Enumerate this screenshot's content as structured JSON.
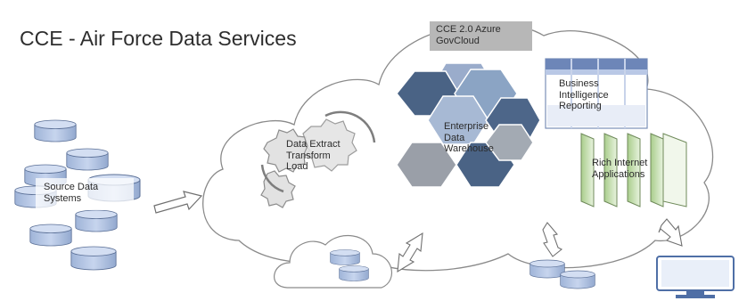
{
  "title": "CCE - Air Force Data Services",
  "cloud_label": {
    "line1": "CCE 2.0 Azure",
    "line2": "GovCloud"
  },
  "etl": {
    "line1": "Data Extract",
    "line2": "Transform",
    "line3": "Load",
    "icon": "gears-icon"
  },
  "warehouse": {
    "line1": "Enterprise",
    "line2": "Data",
    "line3": "Warehouse",
    "icon": "hexagon-cluster-icon"
  },
  "bi": {
    "line1": "Business",
    "line2": "Intelligence",
    "line3": "Reporting",
    "icon": "window-icon"
  },
  "ria": {
    "line1": "Rich Internet",
    "line2": "Applications",
    "icon": "stacked-pages-icon"
  },
  "sources": {
    "line1": "Source Data",
    "line2": "Systems",
    "icon": "database-icon"
  },
  "clients": [
    "small-cloud-database-icon",
    "database-pair-icon",
    "monitor-icon"
  ],
  "colors": {
    "hex_dark": "#4a6385",
    "hex_light": "#8ba4c4",
    "hex_grey": "#9a9fa8",
    "db_blue": "#b7c9e8",
    "ria_green": "#d6e8c8"
  }
}
